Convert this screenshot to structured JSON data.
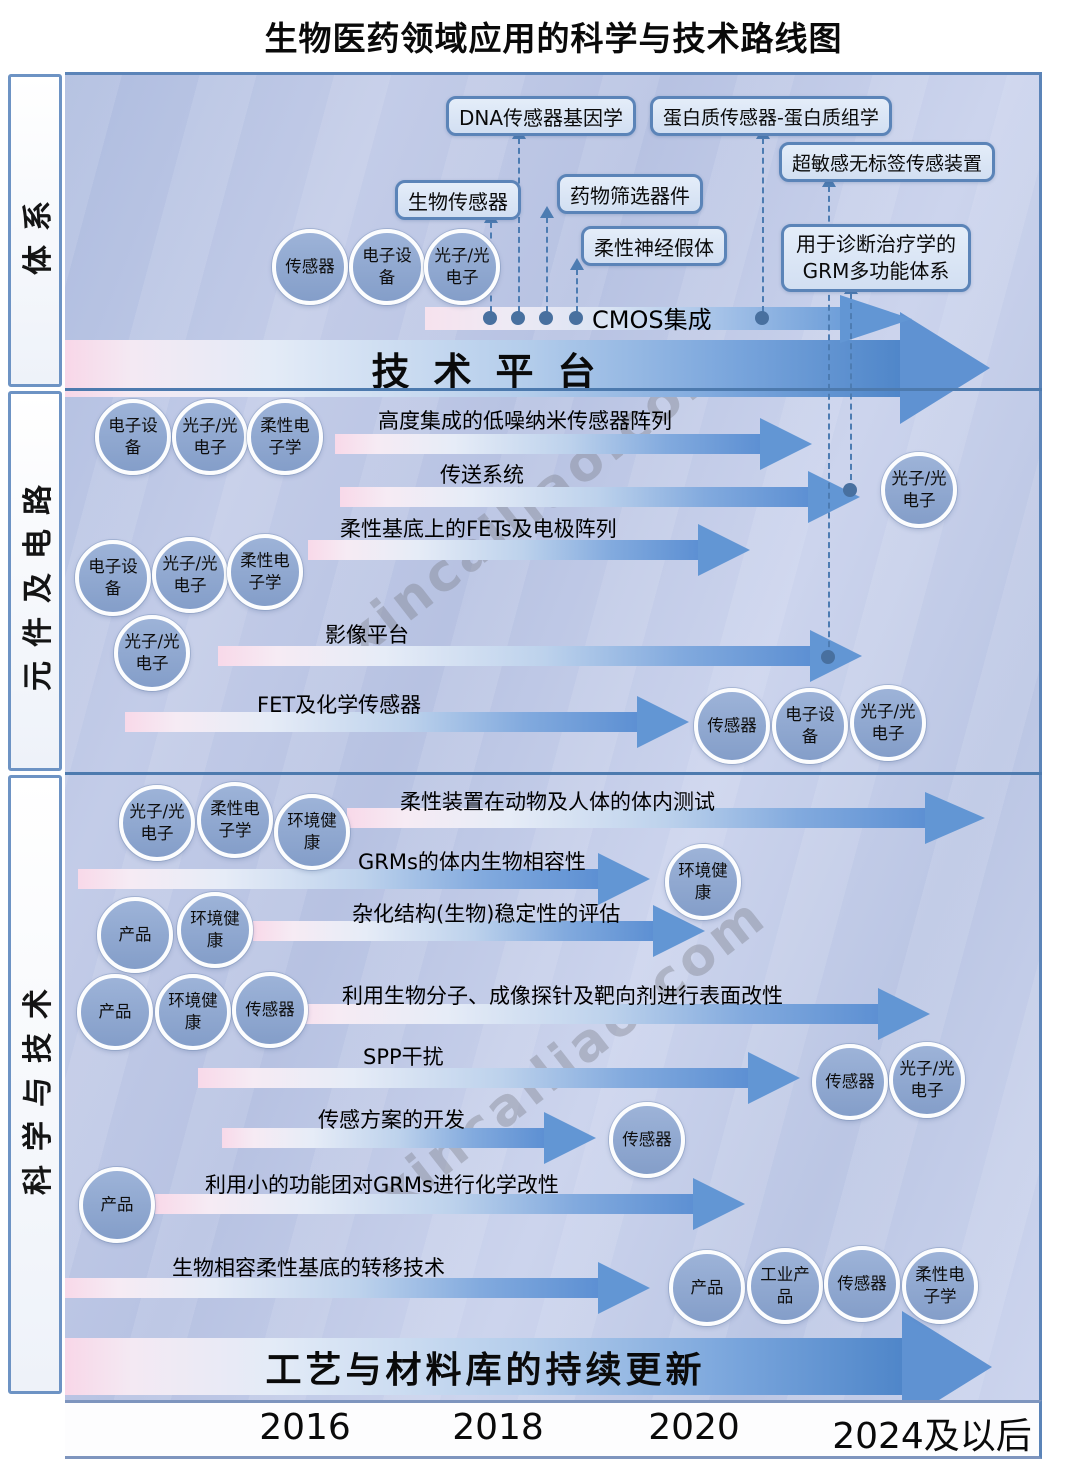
{
  "title": "生物医药领域应用的科学与技术路线图",
  "watermark": "xincailiao.com",
  "colors": {
    "band_border": "#5b84b8",
    "band_background": "#bfc9e6",
    "arrow_blue": "#6296d4",
    "arrow_pink_start": "#f8d9e9",
    "circle_fill": "#8fa7cd",
    "callout_fill": "#dce6f5",
    "connector_blue": "#4d7cb2"
  },
  "bands": [
    {
      "label": "体系",
      "circles": [
        "传感器",
        "电子设备",
        "光子/光电子"
      ],
      "callouts": [
        "生物传感器",
        "DNA传感器基因学",
        "药物筛选器件",
        "柔性神经假体",
        "蛋白质传感器-蛋白质组学",
        "超敏感无标签传感装置",
        "用于诊断治疗学的GRM多功能体系"
      ],
      "cmos_arrow": "CMOS集成",
      "platform_arrow": "技术平台"
    },
    {
      "label": "元件及电路",
      "arrows": [
        "高度集成的低噪纳米传感器阵列",
        "传送系统",
        "柔性基底上的FETs及电极阵列",
        "影像平台",
        "FET及化学传感器"
      ],
      "circles_top_left": [
        "电子设备",
        "光子/光电子",
        "柔性电子学"
      ],
      "circles_mid_left": [
        "电子设备",
        "光子/光电子",
        "柔性电子学"
      ],
      "circle_lower_left": "光子/光电子",
      "circle_right": "光子/光电子",
      "circles_bottom_right": [
        "传感器",
        "电子设备",
        "光子/光电子"
      ]
    },
    {
      "label": "科学与技术",
      "arrows": [
        "柔性装置在动物及人体的体内测试",
        "GRMs的体内生物相容性",
        "杂化结构(生物)稳定性的评估",
        "利用生物分子、成像探针及靶向剂进行表面改性",
        "SPP干扰",
        "传感方案的开发",
        "利用小的功能团对GRMs进行化学改性",
        "生物相容柔性基底的转移技术"
      ],
      "circles_row1": [
        "光子/光电子",
        "柔性电子学",
        "环境健康"
      ],
      "circle_after_grm_arrow": "环境健康",
      "circles_row2": [
        "产品",
        "环境健康"
      ],
      "circles_row3": [
        "产品",
        "环境健康",
        "传感器"
      ],
      "circles_after_spp": [
        "传感器",
        "光子/光电子"
      ],
      "circle_after_sensing": "传感器",
      "circle_chem_left": "产品",
      "circles_bottom": [
        "产品",
        "工业产品",
        "传感器",
        "柔性电子学"
      ],
      "bottom_arrow": "工艺与材料库的持续更新"
    }
  ],
  "timeline": [
    "2016",
    "2018",
    "2020",
    "2024及以后"
  ]
}
